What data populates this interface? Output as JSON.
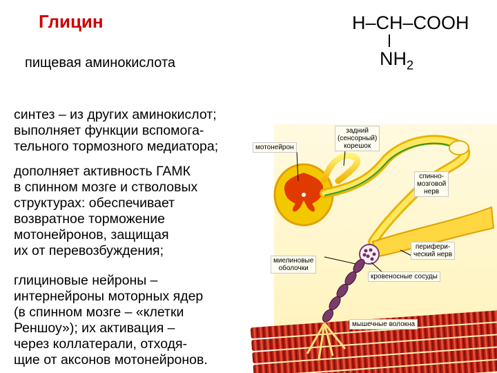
{
  "title": "Глицин",
  "subtitle": "пищевая аминокислота",
  "paragraphs": [
    "синтез – из других аминокислот;\nвыполняет функции вспомога-\nтельного тормозного медиатора;",
    "дополняет активность ГАМК\nв спинном мозге и стволовых\nструктурах: обеспечивает\nвозвратное торможение\nмотонейронов, защищая\nих от перевозбуждения;",
    "глициновые нейроны –\nинтернейроны моторных ядер\n(в спинном мозге – «клетки\nРеншоу»); их активация –\nчерез коллатерали, отходя-\nщие от аксонов мотонейронов."
  ],
  "formula": {
    "top": "H–CH–COOH",
    "bottom_base": "NH",
    "bottom_sub": "2"
  },
  "figure_labels": {
    "motoneuron": "мотонейрон",
    "dorsal_root": "задний\n(сенсорный)\nкорешок",
    "spinal_nerve": "спинно-\nмозговой\nнерв",
    "peripheral_nerve": "перифери-\nческий нерв",
    "myelin": "миелиновые\nоболочки",
    "vessels": "кровеносные сосуды",
    "muscle": "мышечные волокна"
  }
}
